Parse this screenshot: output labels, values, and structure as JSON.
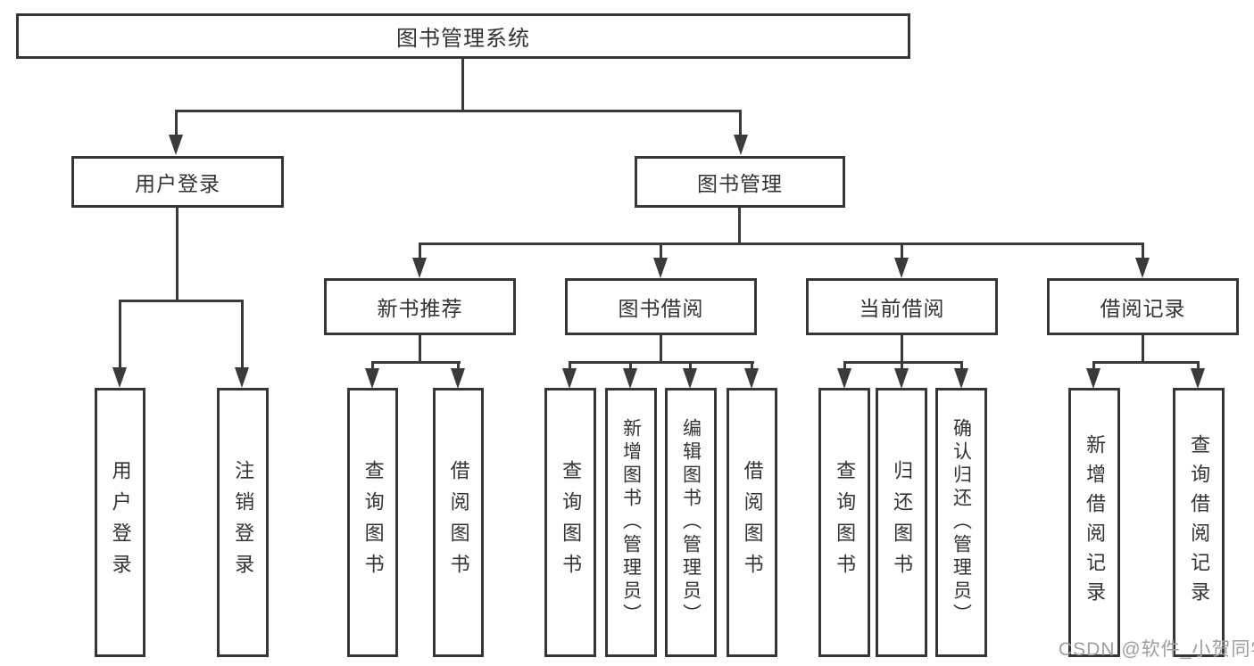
{
  "tree": {
    "root": "图书管理系统",
    "children": [
      {
        "label": "用户登录",
        "children": [
          "用户登录",
          "注销登录"
        ]
      },
      {
        "label": "图书管理",
        "children": [
          {
            "label": "新书推荐",
            "children": [
              "查询图书",
              "借阅图书"
            ]
          },
          {
            "label": "图书借阅",
            "children": [
              "查询图书",
              "新增图书（管理员）",
              "编辑图书（管理员）",
              "借阅图书"
            ]
          },
          {
            "label": "当前借阅",
            "children": [
              "查询图书",
              "归还图书",
              "确认归还（管理员）"
            ]
          },
          {
            "label": "借阅记录",
            "children": [
              "新增借阅记录",
              "查询借阅记录"
            ]
          }
        ]
      }
    ]
  },
  "watermark": {
    "text": "CSDN @软件_小贺同学"
  },
  "colors": {
    "line": "#3a3a3a",
    "box_border": "#363636",
    "text": "#333333",
    "watermark": "#9e9e9e",
    "background": "#ffffff"
  }
}
